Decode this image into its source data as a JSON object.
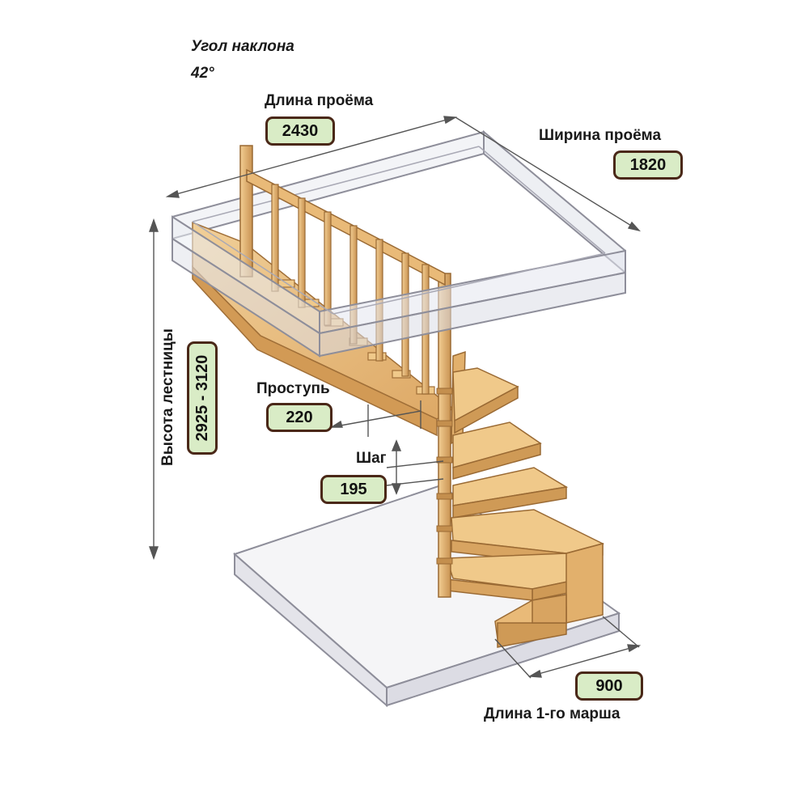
{
  "labels": {
    "angle_title": "Угол наклона",
    "angle_value": "42°",
    "opening_length_title": "Длина проёма",
    "opening_width_title": "Ширина проёма",
    "stair_height_title": "Высота лестницы",
    "tread_title": "Проступь",
    "step_title": "Шаг",
    "first_flight_title": "Длина 1-го марша"
  },
  "values": {
    "opening_length": "2430",
    "opening_width": "1820",
    "stair_height": "2925 - 3120",
    "tread": "220",
    "step": "195",
    "first_flight": "900"
  },
  "colors": {
    "badge_fill": "#d9ecc6",
    "badge_border": "#4a2818",
    "wood": "#e8bd80",
    "wood_dark": "#c48f4e",
    "glass_edge": "#8e8e9a",
    "dimension_line": "#555555"
  }
}
